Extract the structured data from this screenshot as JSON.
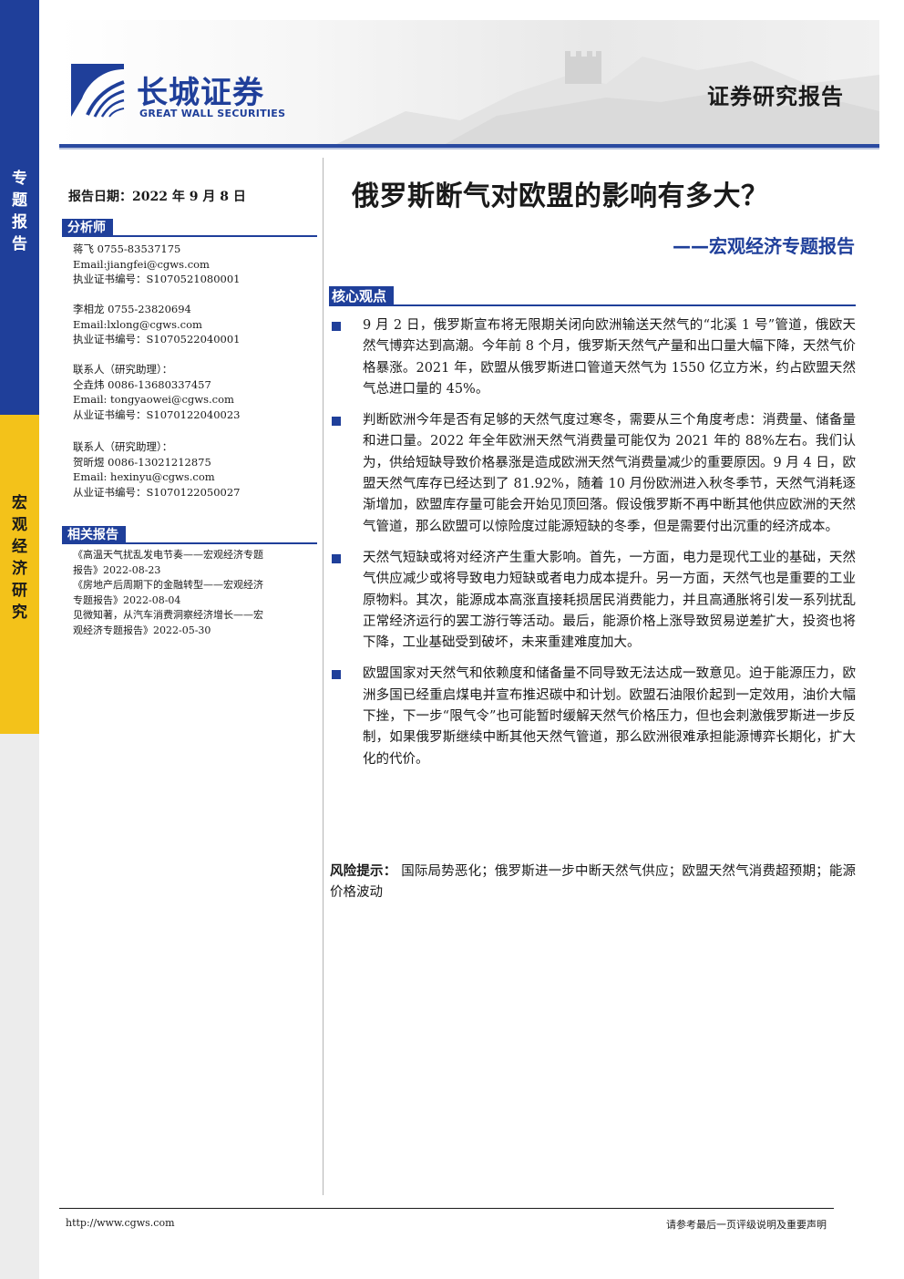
{
  "colors": {
    "brand_blue": "#1f3f9a",
    "band_yellow": "#f3c21a",
    "band_gray": "#ececec"
  },
  "sidebar": {
    "top_label": [
      "专",
      "题",
      "报",
      "告"
    ],
    "mid_label": [
      "宏",
      "观",
      "经",
      "济",
      "研",
      "究"
    ]
  },
  "header": {
    "logo_icon": "great-wall-securities-logo",
    "logo_cn": "长城证券",
    "logo_en": "GREAT WALL SECURITIES",
    "report_type": "证券研究报告"
  },
  "report_date": "报告日期：2022 年 9 月 8 日",
  "analyst_section": {
    "title": "分析师",
    "blocks": [
      {
        "lines": [
          "蒋飞 0755-83537175",
          "Email:jiangfei@cgws.com",
          "执业证书编号：S1070521080001"
        ]
      },
      {
        "lines": [
          "李相龙 0755-23820694",
          "Email:lxlong@cgws.com",
          "执业证书编号：S1070522040001"
        ]
      },
      {
        "lines": [
          "联系人（研究助理）：",
          "仝垚炜 0086-13680337457",
          "Email: tongyaowei@cgws.com",
          "从业证书编号：S1070122040023"
        ]
      },
      {
        "lines": [
          "联系人（研究助理）：",
          "贺昕煜 0086-13021212875",
          "Email: hexinyu@cgws.com",
          "从业证书编号：S1070122050027"
        ]
      }
    ]
  },
  "related_section": {
    "title": "相关报告",
    "lines": [
      "《高温天气扰乱发电节奏——宏观经济专题",
      "报告》2022-08-23",
      "《房地产后周期下的金融转型——宏观经济",
      "专题报告》2022-08-04",
      "见微知著，从汽车消费洞察经济增长——宏",
      "观经济专题报告》2022-05-30"
    ]
  },
  "main": {
    "title": "俄罗斯断气对欧盟的影响有多大？",
    "subtitle": "——宏观经济专题报告",
    "core_title": "核心观点",
    "bullets": [
      "9 月 2 日，俄罗斯宣布将无限期关闭向欧洲输送天然气的“北溪 1 号”管道，俄欧天然气博弈达到高潮。今年前 8 个月，俄罗斯天然气产量和出口量大幅下降，天然气价格暴涨。2021 年，欧盟从俄罗斯进口管道天然气为 1550 亿立方米，约占欧盟天然气总进口量的 45%。",
      "判断欧洲今年是否有足够的天然气度过寒冬，需要从三个角度考虑：消费量、储备量和进口量。2022 年全年欧洲天然气消费量可能仅为 2021 年的 88%左右。我们认为，供给短缺导致价格暴涨是造成欧洲天然气消费量减少的重要原因。9 月 4 日，欧盟天然气库存已经达到了 81.92%，随着 10 月份欧洲进入秋冬季节，天然气消耗逐渐增加，欧盟库存量可能会开始见顶回落。假设俄罗斯不再中断其他供应欧洲的天然气管道，那么欧盟可以惊险度过能源短缺的冬季，但是需要付出沉重的经济成本。",
      "天然气短缺或将对经济产生重大影响。首先，一方面，电力是现代工业的基础，天然气供应减少或将导致电力短缺或者电力成本提升。另一方面，天然气也是重要的工业原物料。其次，能源成本高涨直接耗损居民消费能力，并且高通胀将引发一系列扰乱正常经济运行的罢工游行等活动。最后，能源价格上涨导致贸易逆差扩大，投资也将下降，工业基础受到破坏，未来重建难度加大。",
      "欧盟国家对天然气和依赖度和储备量不同导致无法达成一致意见。迫于能源压力，欧洲多国已经重启煤电并宣布推迟碳中和计划。欧盟石油限价起到一定效用，油价大幅下挫，下一步“限气令”也可能暂时缓解天然气价格压力，但也会刺激俄罗斯进一步反制，如果俄罗斯继续中断其他天然气管道，那么欧洲很难承担能源博弈长期化，扩大化的代价。"
    ],
    "risk_label": "风险提示：",
    "risk_text": "国际局势恶化；俄罗斯进一步中断天然气供应；欧盟天然气消费超预期；能源价格波动"
  },
  "footer": {
    "url": "http://www.cgws.com",
    "note": "请参考最后一页评级说明及重要声明"
  }
}
